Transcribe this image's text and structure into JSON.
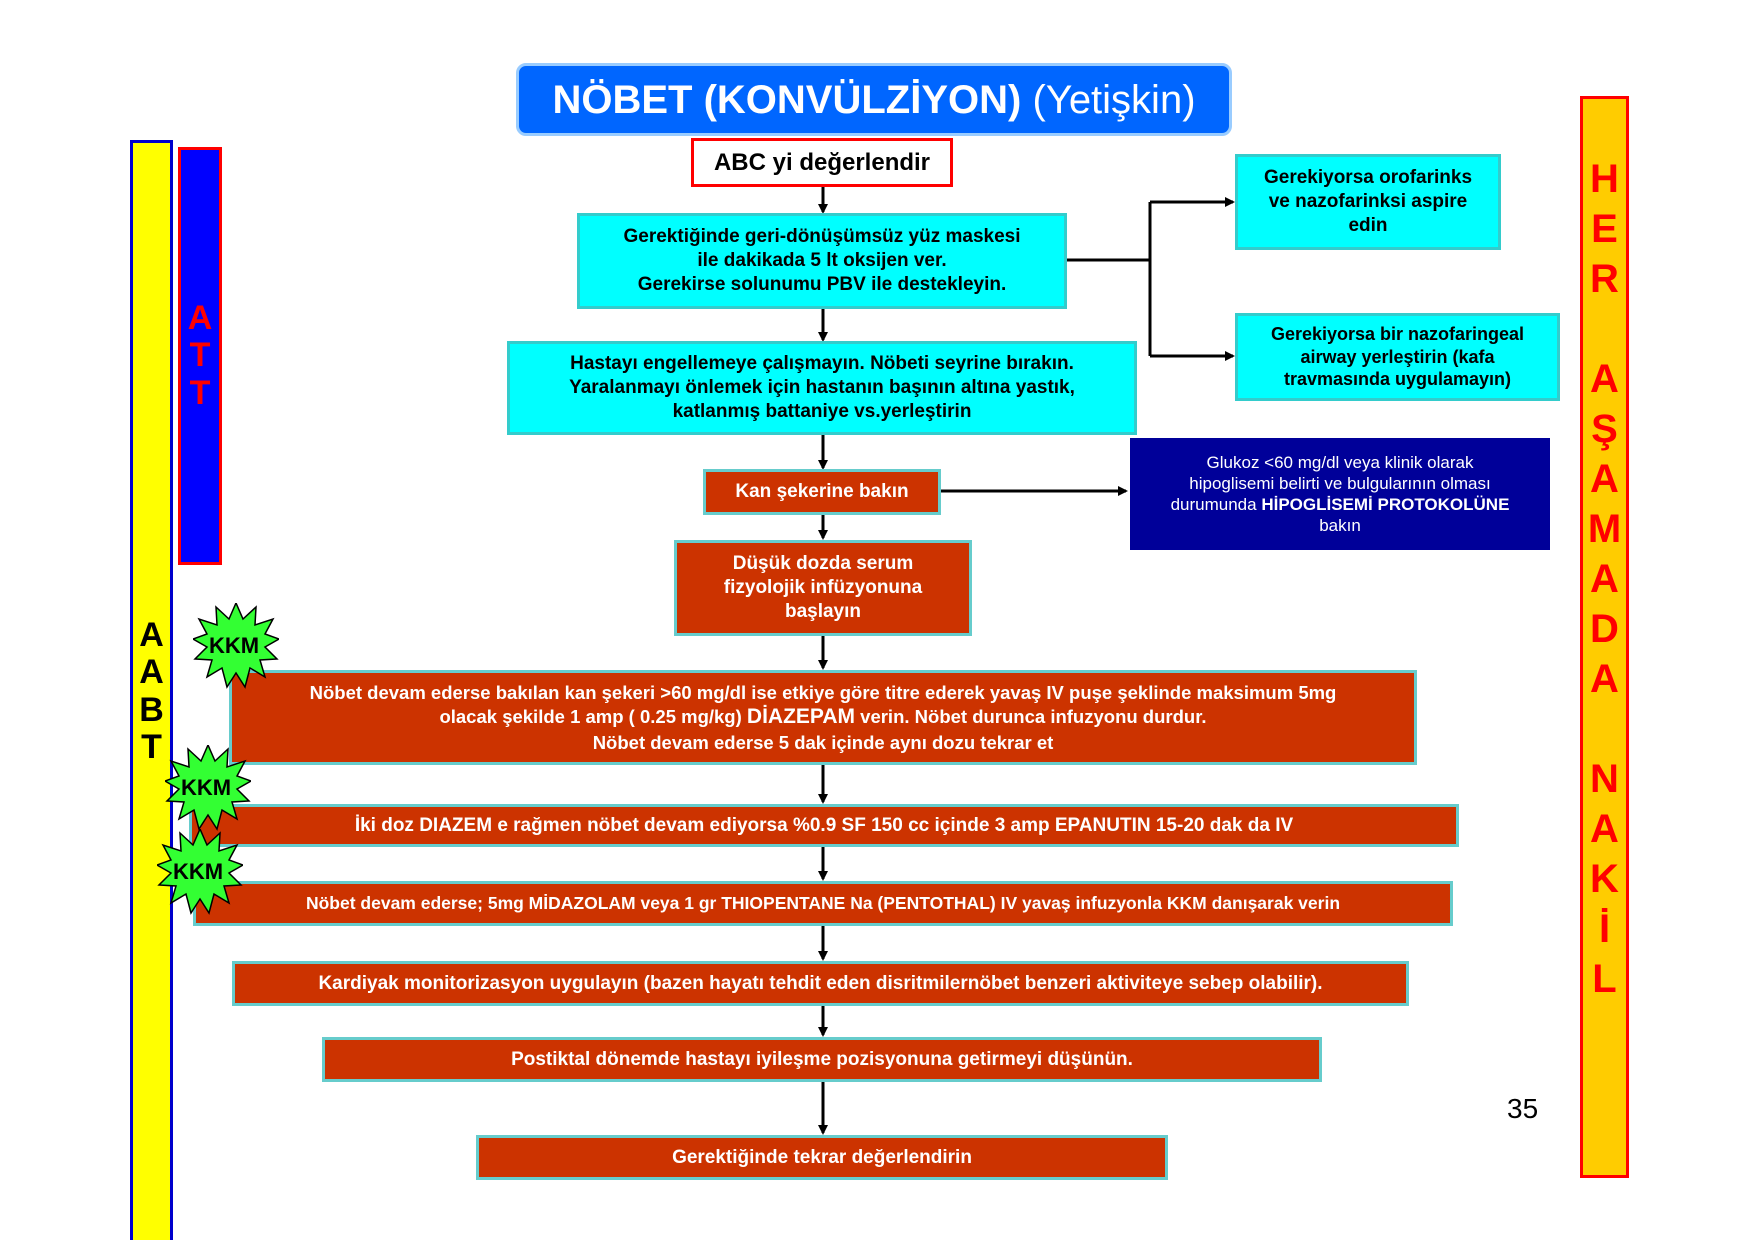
{
  "title": {
    "bold": "NÖBET (KONVÜLZİYON)",
    "light": "(Yetişkin)"
  },
  "step_abc": "ABC yi değerlendir",
  "step_oxygen": [
    "Gerektiğinde geri-dönüşümsüz yüz maskesi",
    "ile dakikada 5 lt oksijen ver.",
    "Gerekirse solunumu PBV ile destekleyin."
  ],
  "side_aspire": [
    "Gerekiyorsa orofarinks",
    "ve nazofarinksi aspire",
    "edin"
  ],
  "side_airway": [
    "Gerekiyorsa bir nazofaringeal",
    "airway yerleştirin (kafa",
    "travmasında uygulamayın)"
  ],
  "step_restrain": [
    "Hastayı engellemeye çalışmayın. Nöbeti seyrine bırakın.",
    "Yaralanmayı önlemek için hastanın başının altına yastık,",
    "katlanmış battaniye vs.yerleştirin"
  ],
  "step_sugar": "Kan şekerine bakın",
  "side_glucose": {
    "l1": "Glukoz <60 mg/dl veya klinik olarak",
    "l2": "hipoglisemi belirti ve bulgularının olması",
    "l3_pre": "durumunda ",
    "l3_bold": "HİPOGLİSEMİ PROTOKOLÜNE",
    "l4": "bakın"
  },
  "step_serum": [
    "Düşük dozda serum",
    "fizyolojik infüzyonuna",
    "başlayın"
  ],
  "step_diazepam": {
    "l1": "Nöbet devam ederse bakılan kan şekeri >60 mg/dl ise etkiye göre titre ederek yavaş IV puşe şeklinde maksimum 5mg",
    "l2_pre": "olacak şekilde 1 amp ( 0.25 mg/kg) ",
    "l2_bold": "DİAZEPAM",
    "l2_post": " verin. Nöbet durunca infuzyonu durdur.",
    "l3": "Nöbet devam ederse 5 dak içinde aynı dozu tekrar et"
  },
  "step_epanutin": "İki doz DIAZEM e  rağmen nöbet devam ediyorsa %0.9 SF 150 cc içinde 3 amp EPANUTIN  15-20 dak da IV",
  "step_midazolam": "Nöbet devam ederse; 5mg MİDAZOLAM veya 1 gr THIOPENTANE Na (PENTOTHAL) IV yavaş infuzyonla KKM danışarak verin",
  "step_monitor": "Kardiyak monitorizasyon uygulayın (bazen hayatı tehdit eden disritmilernöbet benzeri aktiviteye sebep olabilir).",
  "step_postictal": "Postiktal dönemde hastayı iyileşme pozisyonuna getirmeyi düşünün.",
  "step_reassess": "Gerektiğinde tekrar değerlendirin",
  "bar_aabt": [
    "A",
    "A",
    "B",
    "T"
  ],
  "bar_att": [
    "A",
    "T",
    "T"
  ],
  "bar_her": [
    "H",
    "E",
    "R",
    "",
    "A",
    "Ş",
    "A",
    "M",
    "A",
    "D",
    "A",
    "",
    "N",
    "A",
    "K",
    "İ",
    "L"
  ],
  "kkm_label": "KKM",
  "page_number": "35",
  "colors": {
    "title_blue": "#0066ff",
    "cyan": "#00ffff",
    "brick": "#cc3300",
    "navy": "#000099",
    "yellow": "#ffff00",
    "orange": "#ffcc00",
    "kkm_green": "#33ff33"
  }
}
